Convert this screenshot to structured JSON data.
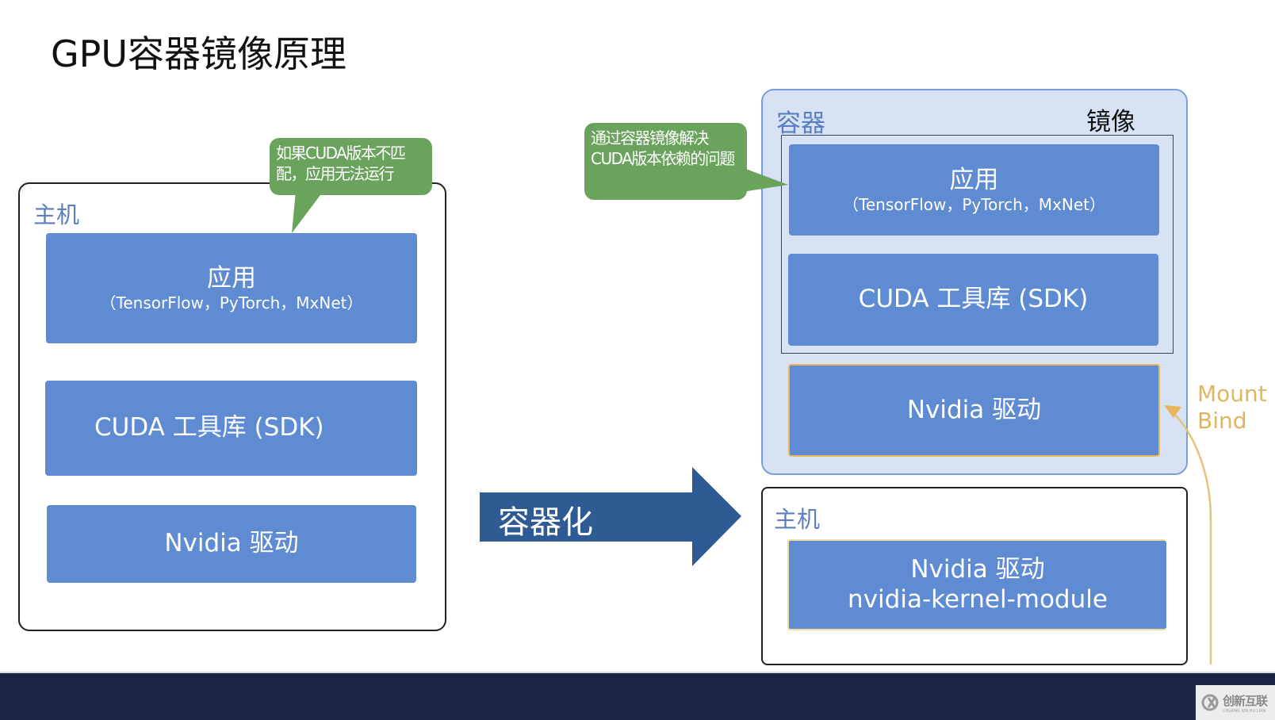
{
  "title": "GPU容器镜像原理",
  "left": {
    "host_label": "主机",
    "callout": "如果CUDA版本不匹配，应用无法运行",
    "layers": [
      {
        "main": "应用",
        "sub": "（TensorFlow，PyTorch，MxNet）"
      },
      {
        "main": "CUDA 工具库 (SDK)"
      },
      {
        "main": "Nvidia 驱动"
      }
    ]
  },
  "arrow": {
    "label": "容器化"
  },
  "right": {
    "callout": "通过容器镜像解决CUDA版本依赖的问题",
    "container_label": "容器",
    "image_label": "镜像",
    "image_layers": [
      {
        "main": "应用",
        "sub": "（TensorFlow，PyTorch，MxNet）"
      },
      {
        "main": "CUDA 工具库 (SDK)"
      }
    ],
    "container_driver": {
      "main": "Nvidia 驱动"
    },
    "host_label": "主机",
    "host_driver": {
      "main": "Nvidia 驱动",
      "sub": "nvidia-kernel-module"
    },
    "mount_label_line1": "Mount",
    "mount_label_line2": "Bind"
  },
  "colors": {
    "block_blue": "#5f8bd3",
    "callout_green": "#6aa35c",
    "arrow_navy": "#2f5b94",
    "container_bg": "#d7e2f5",
    "mount_gold": "#e0b560",
    "footer_navy": "#1c2444"
  },
  "watermark": {
    "main": "创新互联",
    "sub": "CHUANG XIN HU LIAN"
  }
}
